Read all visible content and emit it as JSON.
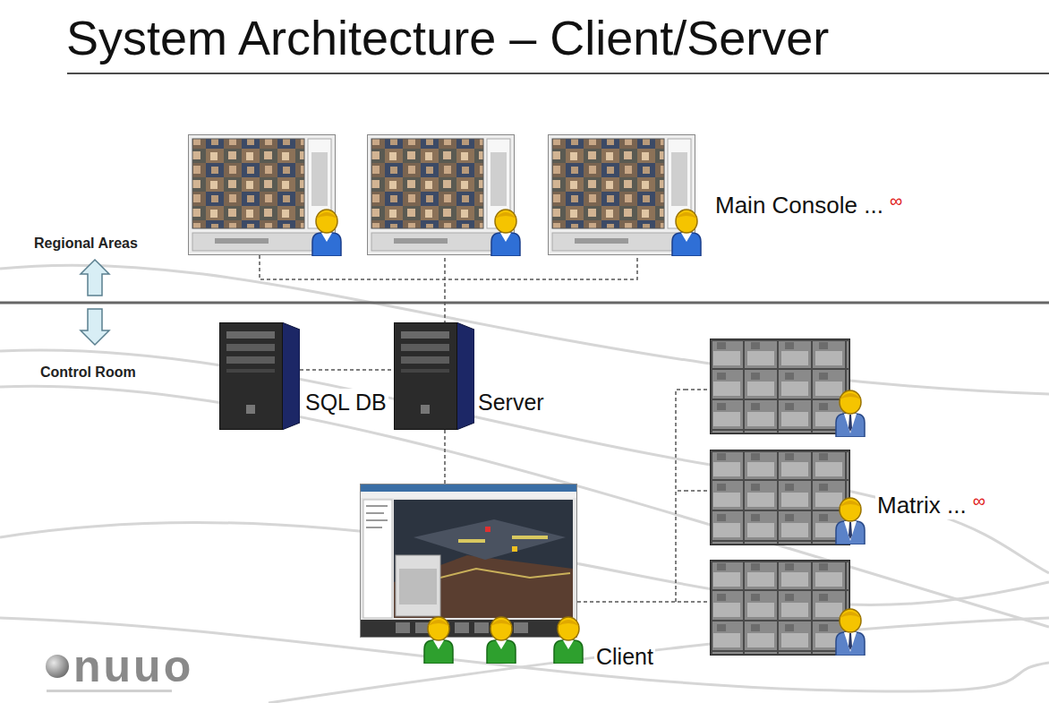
{
  "diagram": {
    "title": "System Architecture – Client/Server",
    "nodes": [
      {
        "text": [
          "Main Console ...",
          "∞"
        ]
      },
      {
        "text": [
          "SQL DB"
        ]
      },
      {
        "text": [
          "Server"
        ]
      },
      {
        "text": [
          "Client"
        ]
      },
      {
        "text": [
          "Matrix ...",
          "∞"
        ]
      }
    ],
    "edges": [
      {
        "from": 0,
        "to": 2,
        "arrow": "none"
      },
      {
        "from": 1,
        "to": 2,
        "arrow": "none"
      },
      {
        "from": 2,
        "to": 3,
        "arrow": "none"
      },
      {
        "from": 3,
        "to": 4,
        "arrow": "none"
      }
    ],
    "labels": [
      "Regional Areas",
      "Control Room",
      "nuuo"
    ]
  }
}
